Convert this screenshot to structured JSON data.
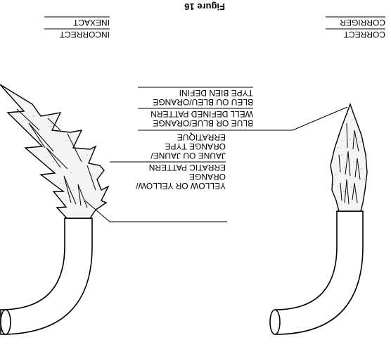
{
  "figure_caption": "Figure 16",
  "left_panel": {
    "heading_en": "CORRECT",
    "heading_fr": "CORRIGER",
    "label_en_1": "BLUE OR BLUE/ORANGE",
    "label_en_2": "WELL DEFINED PATTERN",
    "label_fr_1": "BLEU OU BLEU/ORANGE",
    "label_fr_2": "TYPE BIEN DEFINI"
  },
  "right_panel": {
    "heading_en": "INCORRECT",
    "heading_fr": "INEXACT",
    "label_en_1": "YELLOW OR YELLOW/",
    "label_en_2": "ORANGE",
    "label_en_3": "ERRATIC PATTERN",
    "label_fr_1": "JAUNE OU JAUNE/",
    "label_fr_2": "ORANGE TYPE",
    "label_fr_3": "ERRATIQUE"
  }
}
